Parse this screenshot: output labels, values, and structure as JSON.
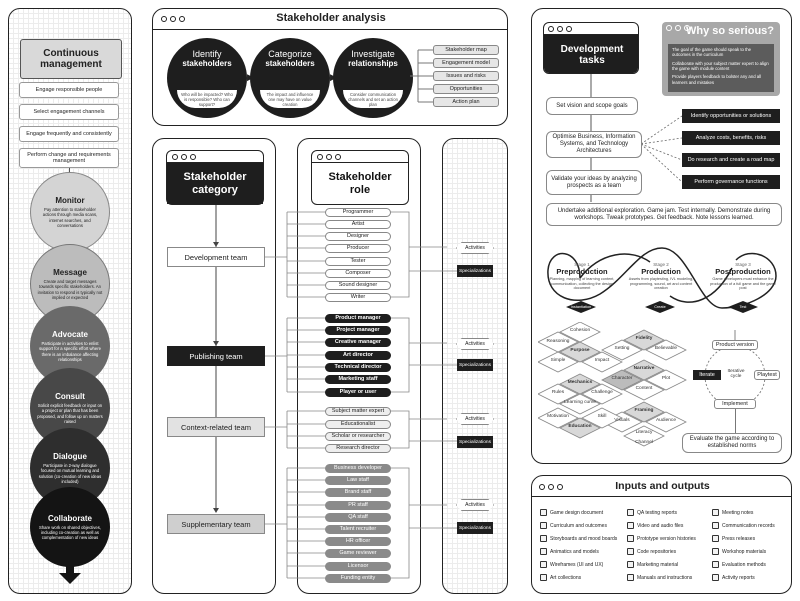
{
  "continuous_management": {
    "title": "Continuous management",
    "steps": [
      "Engage responsible people",
      "Select engagement channels",
      "Engage frequently and consistently",
      "Perform change and requirements management"
    ],
    "circles": [
      {
        "title": "Monitor",
        "desc": "Pay attention to stakeholder actions through media scans, internet searches, and conversations"
      },
      {
        "title": "Message",
        "desc": "Create and target messages towards specific stakeholders. An invitation to respond is typically not implied or expected"
      },
      {
        "title": "Advocate",
        "desc": "Participate in activities to enlist support for a specific effort where there is an imbalance affecting relationships"
      },
      {
        "title": "Consult",
        "desc": "Solicit explicit feedback or input on a project or plan that has been proposed, and follow up on matters raised"
      },
      {
        "title": "Dialogue",
        "desc": "Participate in 2-way dialogue focused on mutual learning and solution (co-creation of new ideas included)"
      },
      {
        "title": "Collaborate",
        "desc": "Share work on shared objectives, including co-creation as well as complementation of new ideas"
      }
    ]
  },
  "stakeholder_analysis": {
    "title": "Stakeholder analysis",
    "circles": [
      {
        "line1": "Identify",
        "line2": "stakeholders",
        "desc": "Who will be impacted? Who is responsible? Who can support?"
      },
      {
        "line1": "Categorize",
        "line2": "stakeholders",
        "desc": "The impact and influence one may have on value creation"
      },
      {
        "line1": "Investigate",
        "line2": "relationships",
        "desc": "Consider communication channels and set an action plan"
      }
    ],
    "outputs": [
      "Stakeholder map",
      "Engagement model",
      "Issues and risks",
      "Opportunities",
      "Action plan"
    ]
  },
  "category_title": "Stakeholder category",
  "role_title": "Stakeholder role",
  "activities_label": "Activities",
  "specializations_label": "Specializations",
  "teams": [
    {
      "name": "Development team",
      "roles": [
        "Programmer",
        "Artist",
        "Designer",
        "Producer",
        "Tester",
        "Composer",
        "Sound designer",
        "Writer"
      ]
    },
    {
      "name": "Publishing team",
      "roles": [
        "Product manager",
        "Project manager",
        "Creative manager",
        "Art director",
        "Technical director",
        "Marketing staff",
        "Player or user"
      ]
    },
    {
      "name": "Context-related team",
      "roles": [
        "Subject matter expert",
        "Educationalist",
        "Scholar or researcher",
        "Research director"
      ]
    },
    {
      "name": "Supplementary team",
      "roles": [
        "Business developer",
        "Law staff",
        "Brand staff",
        "PR staff",
        "QA staff",
        "Talent recruiter",
        "HR officer",
        "Game reviewer",
        "Licensor",
        "Funding entity"
      ]
    }
  ],
  "development_tasks": {
    "title": "Development tasks",
    "why_title": "Why so serious?",
    "why_bullets": [
      "The goal of the game should speak to the outcomes in the curriculum",
      "Collaborate with your subject matter expert to align the game with module content",
      "Provide players feedback to bolster any and all learners and mistakes"
    ],
    "steps": [
      "Set vision and scope goals",
      "Optimise Business, Information Systems, and Technology Architectures",
      "Validate your ideas by analyzing prospects as a team",
      "Undertake additional exploration. Game jam. Test internally. Demonstrate during workshops. Tweak prototypes. Get feedback. Note lessons learned."
    ],
    "side_tasks": [
      "Identify opportunities or solutions",
      "Analyze costs, benefits, risks",
      "Do research and create a road map",
      "Perform governance functions"
    ],
    "phases": [
      {
        "stage": "Stage 1",
        "name": "Preproduction",
        "desc": "Planning, mapping of learning content, communication, collecting the design document",
        "out": "Instantiation"
      },
      {
        "stage": "Stage 2",
        "name": "Production",
        "desc": "Assets from playtesting, IVL modeling, programming, sound, art and content creation",
        "out": "Create"
      },
      {
        "stage": "Stage 3",
        "name": "Postproduction",
        "desc": "Game developers must enhance the production of a full game and the game post",
        "out": "Test"
      }
    ],
    "diamond_groups": [
      {
        "name": "Purpose",
        "items": [
          "Cohesion",
          "Reasoning",
          "Simple",
          "Impact"
        ]
      },
      {
        "name": "Fidelity",
        "items": [
          "Setting",
          "Believable"
        ]
      },
      {
        "name": "Narrative",
        "items": [
          "Character",
          "Plot",
          "Content"
        ]
      },
      {
        "name": "Mechanics",
        "items": [
          "Rules",
          "Challenge",
          "Learning curve"
        ]
      },
      {
        "name": "Framing",
        "items": [
          "Visuals",
          "Audience",
          "Literacy"
        ]
      },
      {
        "name": "Education",
        "items": [
          "Motivation",
          "Skill",
          "Channel"
        ]
      }
    ],
    "cycle": {
      "top": "Product version",
      "left": "Iterate",
      "right": "Playtest",
      "center": "Iterative cycle",
      "bottom": "Implement"
    },
    "final": "Evaluate the game according to established norms"
  },
  "inputs_outputs": {
    "title": "Inputs and outputs",
    "col1": [
      "Game design document",
      "Curriculum and outcomes",
      "Storyboards and mood boards",
      "Animatics and models",
      "Wireframes (UI and UX)",
      "Art collections"
    ],
    "col2": [
      "QA testing reports",
      "Video and audio files",
      "Prototype version histories",
      "Code repositories",
      "Marketing material",
      "Manuals and instructions"
    ],
    "col3": [
      "Meeting notes",
      "Communication records",
      "Press releases",
      "Workshop materials",
      "Evaluation methods",
      "Activity reports"
    ]
  }
}
